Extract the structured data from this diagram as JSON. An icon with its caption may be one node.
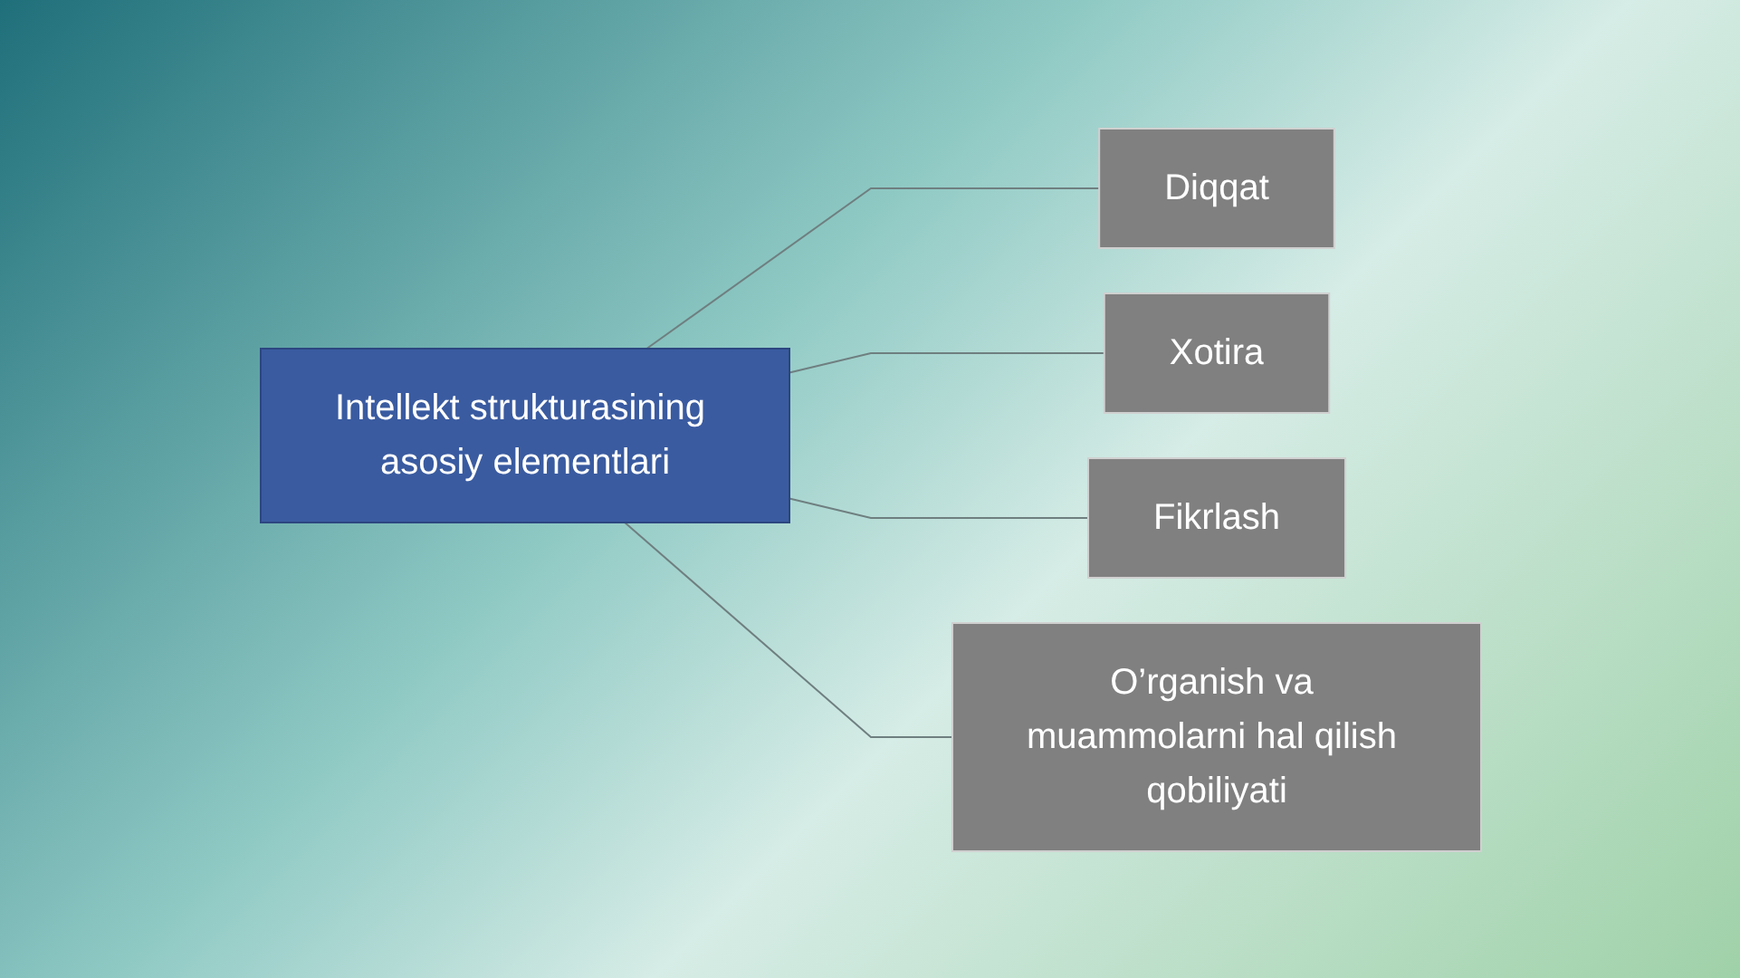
{
  "diagram": {
    "nodes": [
      {
        "text": [
          "Intellekt strukturasining asosiy elementlari"
        ]
      },
      {
        "text": [
          "Diqqat"
        ]
      },
      {
        "text": [
          "Xotira"
        ]
      },
      {
        "text": [
          "Fikrlash"
        ]
      },
      {
        "text": [
          "O’rganish va muammolarni hal qilish qobiliyati"
        ]
      }
    ],
    "edges": [
      {
        "from": 0,
        "to": 1,
        "arrow": "none"
      },
      {
        "from": 0,
        "to": 2,
        "arrow": "none"
      },
      {
        "from": 0,
        "to": 3,
        "arrow": "none"
      },
      {
        "from": 0,
        "to": 4,
        "arrow": "none"
      }
    ]
  }
}
